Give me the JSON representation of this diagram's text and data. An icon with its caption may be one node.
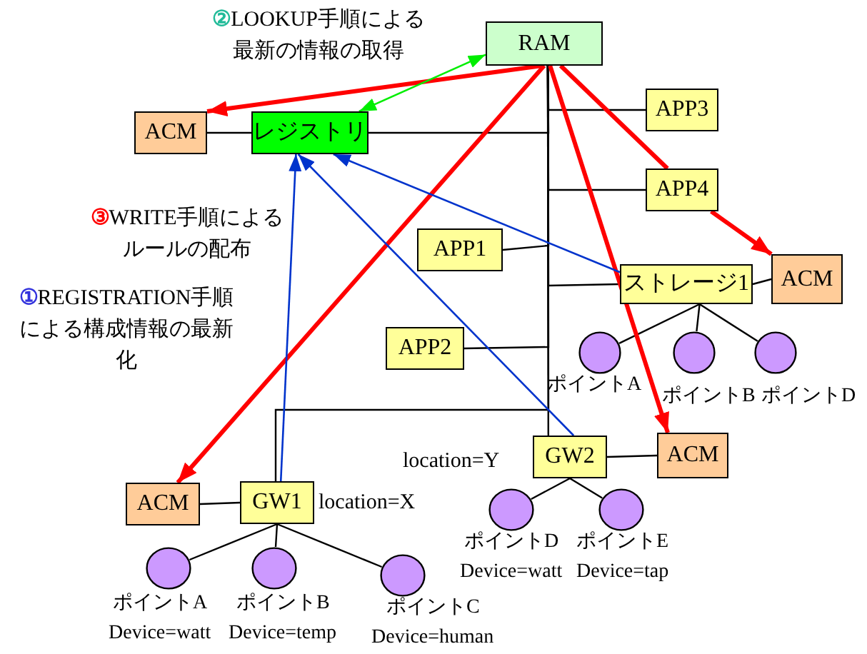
{
  "diagram": {
    "nodes": [
      {
        "text": [
          "RAM"
        ]
      },
      {
        "text": [
          "ACM"
        ]
      },
      {
        "text": [
          "レジストリ"
        ]
      },
      {
        "text": [
          "APP3"
        ]
      },
      {
        "text": [
          "APP4"
        ]
      },
      {
        "text": [
          "APP1"
        ]
      },
      {
        "text": [
          "ストレージ1"
        ]
      },
      {
        "text": [
          "ACM"
        ]
      },
      {
        "text": [
          "APP2"
        ]
      },
      {
        "text": [],
        "shape": "circle",
        "beside": [
          "ポイントA"
        ]
      },
      {
        "text": [],
        "shape": "circle",
        "beside": [
          "ポイントB"
        ]
      },
      {
        "text": [],
        "shape": "circle",
        "beside": [
          "ポイントD"
        ]
      },
      {
        "text": [
          "GW2"
        ]
      },
      {
        "text": [
          "ACM"
        ]
      },
      {
        "text": [
          "ACM"
        ]
      },
      {
        "text": [
          "GW1"
        ]
      },
      {
        "text": [],
        "shape": "circle",
        "beside": [
          "ポイントA",
          "Device=watt"
        ]
      },
      {
        "text": [],
        "shape": "circle",
        "beside": [
          "ポイントB",
          "Device=temp"
        ]
      },
      {
        "text": [],
        "shape": "circle",
        "beside": [
          "ポイントC",
          "Device=human"
        ]
      },
      {
        "text": [],
        "shape": "circle",
        "beside": [
          "ポイントD",
          "Device=watt"
        ]
      },
      {
        "text": [],
        "shape": "circle",
        "beside": [
          "ポイントE",
          "Device=tap"
        ]
      }
    ],
    "edges": [
      {
        "from": 0,
        "to": 2,
        "arrow": "none"
      },
      {
        "from": 0,
        "to": 3,
        "arrow": "none"
      },
      {
        "from": 0,
        "to": 4,
        "arrow": "none"
      },
      {
        "from": 0,
        "to": 5,
        "arrow": "none"
      },
      {
        "from": 0,
        "to": 6,
        "arrow": "none"
      },
      {
        "from": 0,
        "to": 8,
        "arrow": "none"
      },
      {
        "from": 0,
        "to": 15,
        "arrow": "none"
      },
      {
        "from": 0,
        "to": 12,
        "arrow": "none"
      },
      {
        "from": 1,
        "to": 2,
        "arrow": "none"
      },
      {
        "from": 6,
        "to": 7,
        "arrow": "none"
      },
      {
        "from": 12,
        "to": 13,
        "arrow": "none"
      },
      {
        "from": 14,
        "to": 15,
        "arrow": "none"
      },
      {
        "from": 6,
        "to": 9,
        "arrow": "none"
      },
      {
        "from": 6,
        "to": 10,
        "arrow": "none"
      },
      {
        "from": 6,
        "to": 11,
        "arrow": "none"
      },
      {
        "from": 15,
        "to": 16,
        "arrow": "none"
      },
      {
        "from": 15,
        "to": 17,
        "arrow": "none"
      },
      {
        "from": 15,
        "to": 18,
        "arrow": "none"
      },
      {
        "from": 12,
        "to": 19,
        "arrow": "none"
      },
      {
        "from": 12,
        "to": 20,
        "arrow": "none"
      },
      {
        "from": 0,
        "to": 1,
        "arrow": "to",
        "style": "thick",
        "color": "#ff0000"
      },
      {
        "from": 0,
        "to": 14,
        "arrow": "to",
        "style": "thick",
        "color": "#ff0000"
      },
      {
        "from": 0,
        "to": 13,
        "arrow": "to",
        "style": "thick",
        "color": "#ff0000"
      },
      {
        "from": 0,
        "to": 4,
        "arrow": "none",
        "style": "thick",
        "color": "#ff0000"
      },
      {
        "from": 4,
        "to": 7,
        "arrow": "to",
        "style": "thick",
        "color": "#ff0000"
      },
      {
        "from": 0,
        "to": 2,
        "arrow": "both",
        "color": "#00ee00"
      },
      {
        "from": 15,
        "to": 2,
        "arrow": "to",
        "color": "#0033cc"
      },
      {
        "from": 12,
        "to": 2,
        "arrow": "to",
        "color": "#0033cc"
      },
      {
        "from": 6,
        "to": 2,
        "arrow": "to",
        "color": "#0033cc"
      }
    ],
    "labels": [
      "②LOOKUP手順による最新の情報の取得",
      "③WRITE手順によるルールの配布",
      "①REGISTRATION手順による構成情報の最新化",
      "location=Y",
      "location=X"
    ]
  }
}
